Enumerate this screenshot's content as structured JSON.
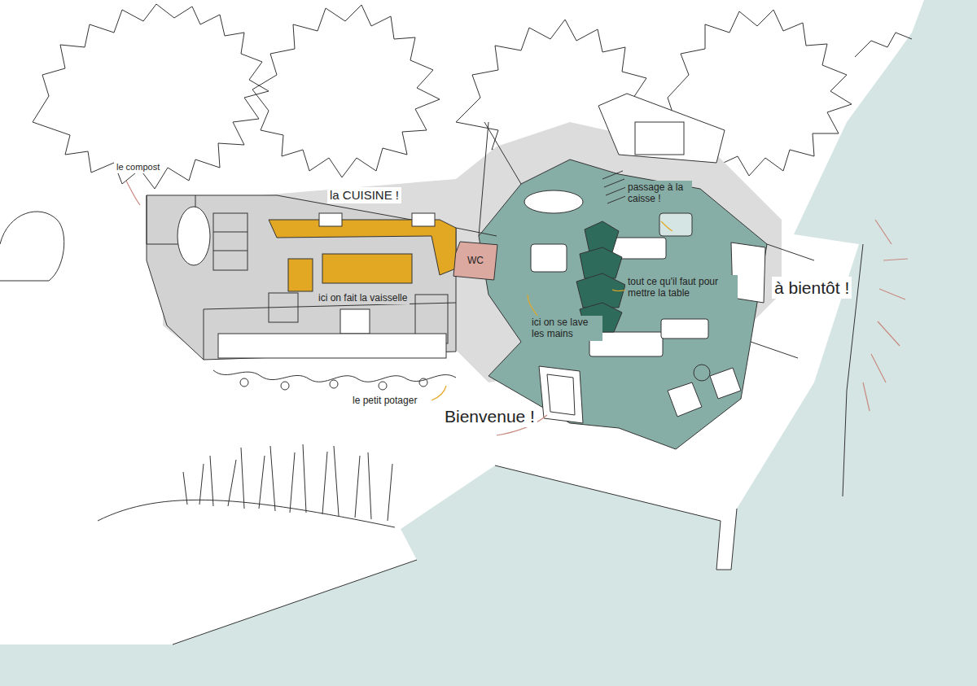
{
  "diagram": {
    "nodes": [
      {
        "text": [
          "WC"
        ]
      }
    ],
    "labels": [
      "le compost",
      "la CUISINE !",
      "passage à la caisse !",
      "ici on fait la vaisselle",
      "tout ce qu'il faut pour mettre la table",
      "à bientôt !",
      "ici on se lave les mains",
      "le petit potager",
      "Bienvenue !"
    ]
  }
}
